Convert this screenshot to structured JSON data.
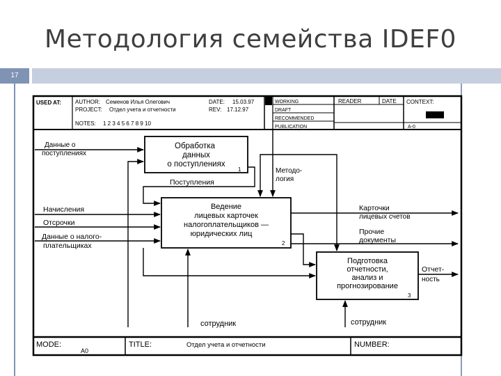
{
  "slide": {
    "title": "Методология семейства IDEF0",
    "number": "17"
  },
  "header": {
    "used_at": "USED AT:",
    "author_label": "AUTHOR:",
    "author_value": "Семенов Илья Олегович",
    "project_label": "PROJECT:",
    "project_value": "Отдел учета и отчетности",
    "notes_label": "NOTES:",
    "notes_value": "1 2 3 4 5 6 7 8 9 10",
    "date_label": "DATE:",
    "date_value": "15.03.97",
    "rev_label": "REV:",
    "rev_value": "17.12.97",
    "status": [
      "WORKING",
      "DRAFT",
      "RECOMMENDED",
      "PUBLICATION"
    ],
    "reader": "READER",
    "date2": "DATE",
    "context": "CONTEXT:",
    "node": "A-0"
  },
  "boxes": {
    "b1": {
      "lines": [
        "Обработка",
        "данных",
        "о поступлениях"
      ],
      "num": "1"
    },
    "b2": {
      "lines": [
        "Ведение",
        "лицевых карточек",
        "налогоплательщиков —",
        "юридических лиц"
      ],
      "num": "2"
    },
    "b3": {
      "lines": [
        "Подготовка",
        "отчетности,",
        "анализ и",
        "прогнозирование"
      ],
      "num": "3"
    }
  },
  "labels": {
    "input1": [
      "Данные о",
      "поступлениях"
    ],
    "input2": "Начисления",
    "input3": "Отсрочки",
    "input4": [
      "Данные о налого-",
      "плательщиках"
    ],
    "control": [
      "Методо-",
      "логия"
    ],
    "flow": "Поступления",
    "out1": [
      "Карточки",
      "лицевых счетов"
    ],
    "out2": [
      "Прочие",
      "документы"
    ],
    "out3": [
      "Отчет-",
      "ность"
    ],
    "mech1": "сотрудник",
    "mech2": "сотрудник"
  },
  "footer": {
    "mode_label": "MODE:",
    "mode_value": "A0",
    "title_label": "TITLE:",
    "title_value": "Отдел учета и отчетности",
    "number_label": "NUMBER:"
  }
}
